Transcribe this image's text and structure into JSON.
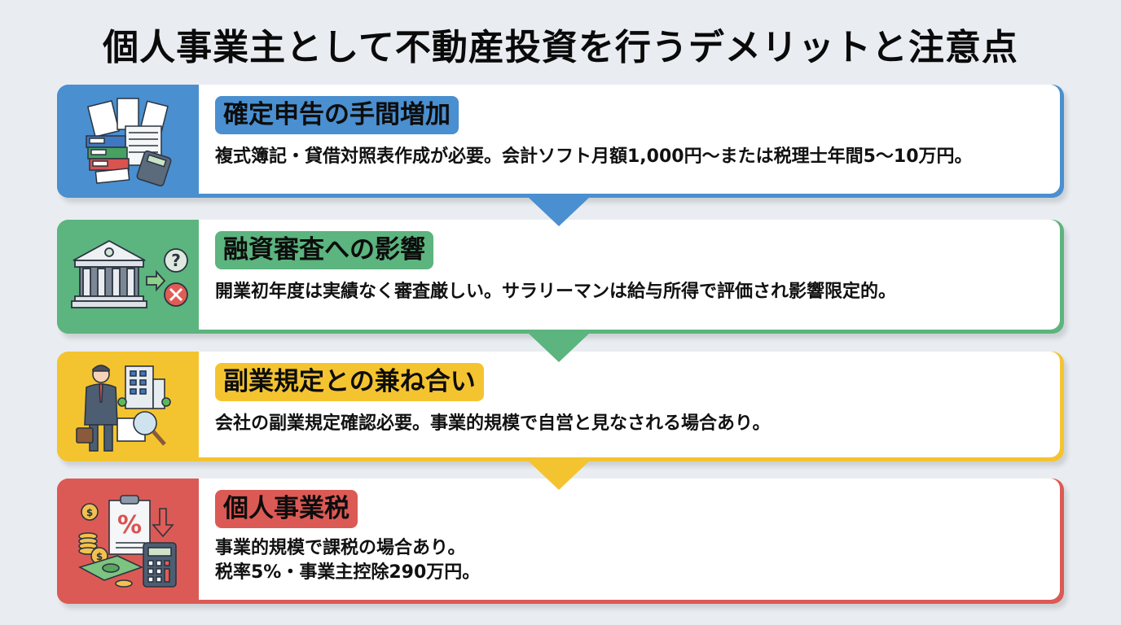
{
  "title": "個人事業主として不動産投資を行うデメリットと注意点",
  "colors": {
    "background": "#e9edf1",
    "blue": "#4a8fd0",
    "green": "#5cb47e",
    "yellow": "#f4c430",
    "red": "#dc5a55"
  },
  "cards": [
    {
      "icon": "documents-binders-calculator-icon",
      "tag": "確定申告の手間増加",
      "lines": [
        "複式簿記・貸借対照表作成が必要。会計ソフト月額1,000円〜または税理士年間5〜10万円。"
      ]
    },
    {
      "icon": "bank-question-reject-icon",
      "tag": "融資審査への影響",
      "lines": [
        "開業初年度は実績なく審査厳しい。サラリーマンは給与所得で評価され影響限定的。"
      ]
    },
    {
      "icon": "businessman-office-magnifier-icon",
      "tag": "副業規定との兼ね合い",
      "lines": [
        "会社の副業規定確認必要。事業的規模で自営と見なされる場合あり。"
      ]
    },
    {
      "icon": "tax-percent-money-calculator-icon",
      "tag": "個人事業税",
      "lines": [
        "事業的規模で課税の場合あり。",
        "税率5%・事業主控除290万円。"
      ]
    }
  ]
}
